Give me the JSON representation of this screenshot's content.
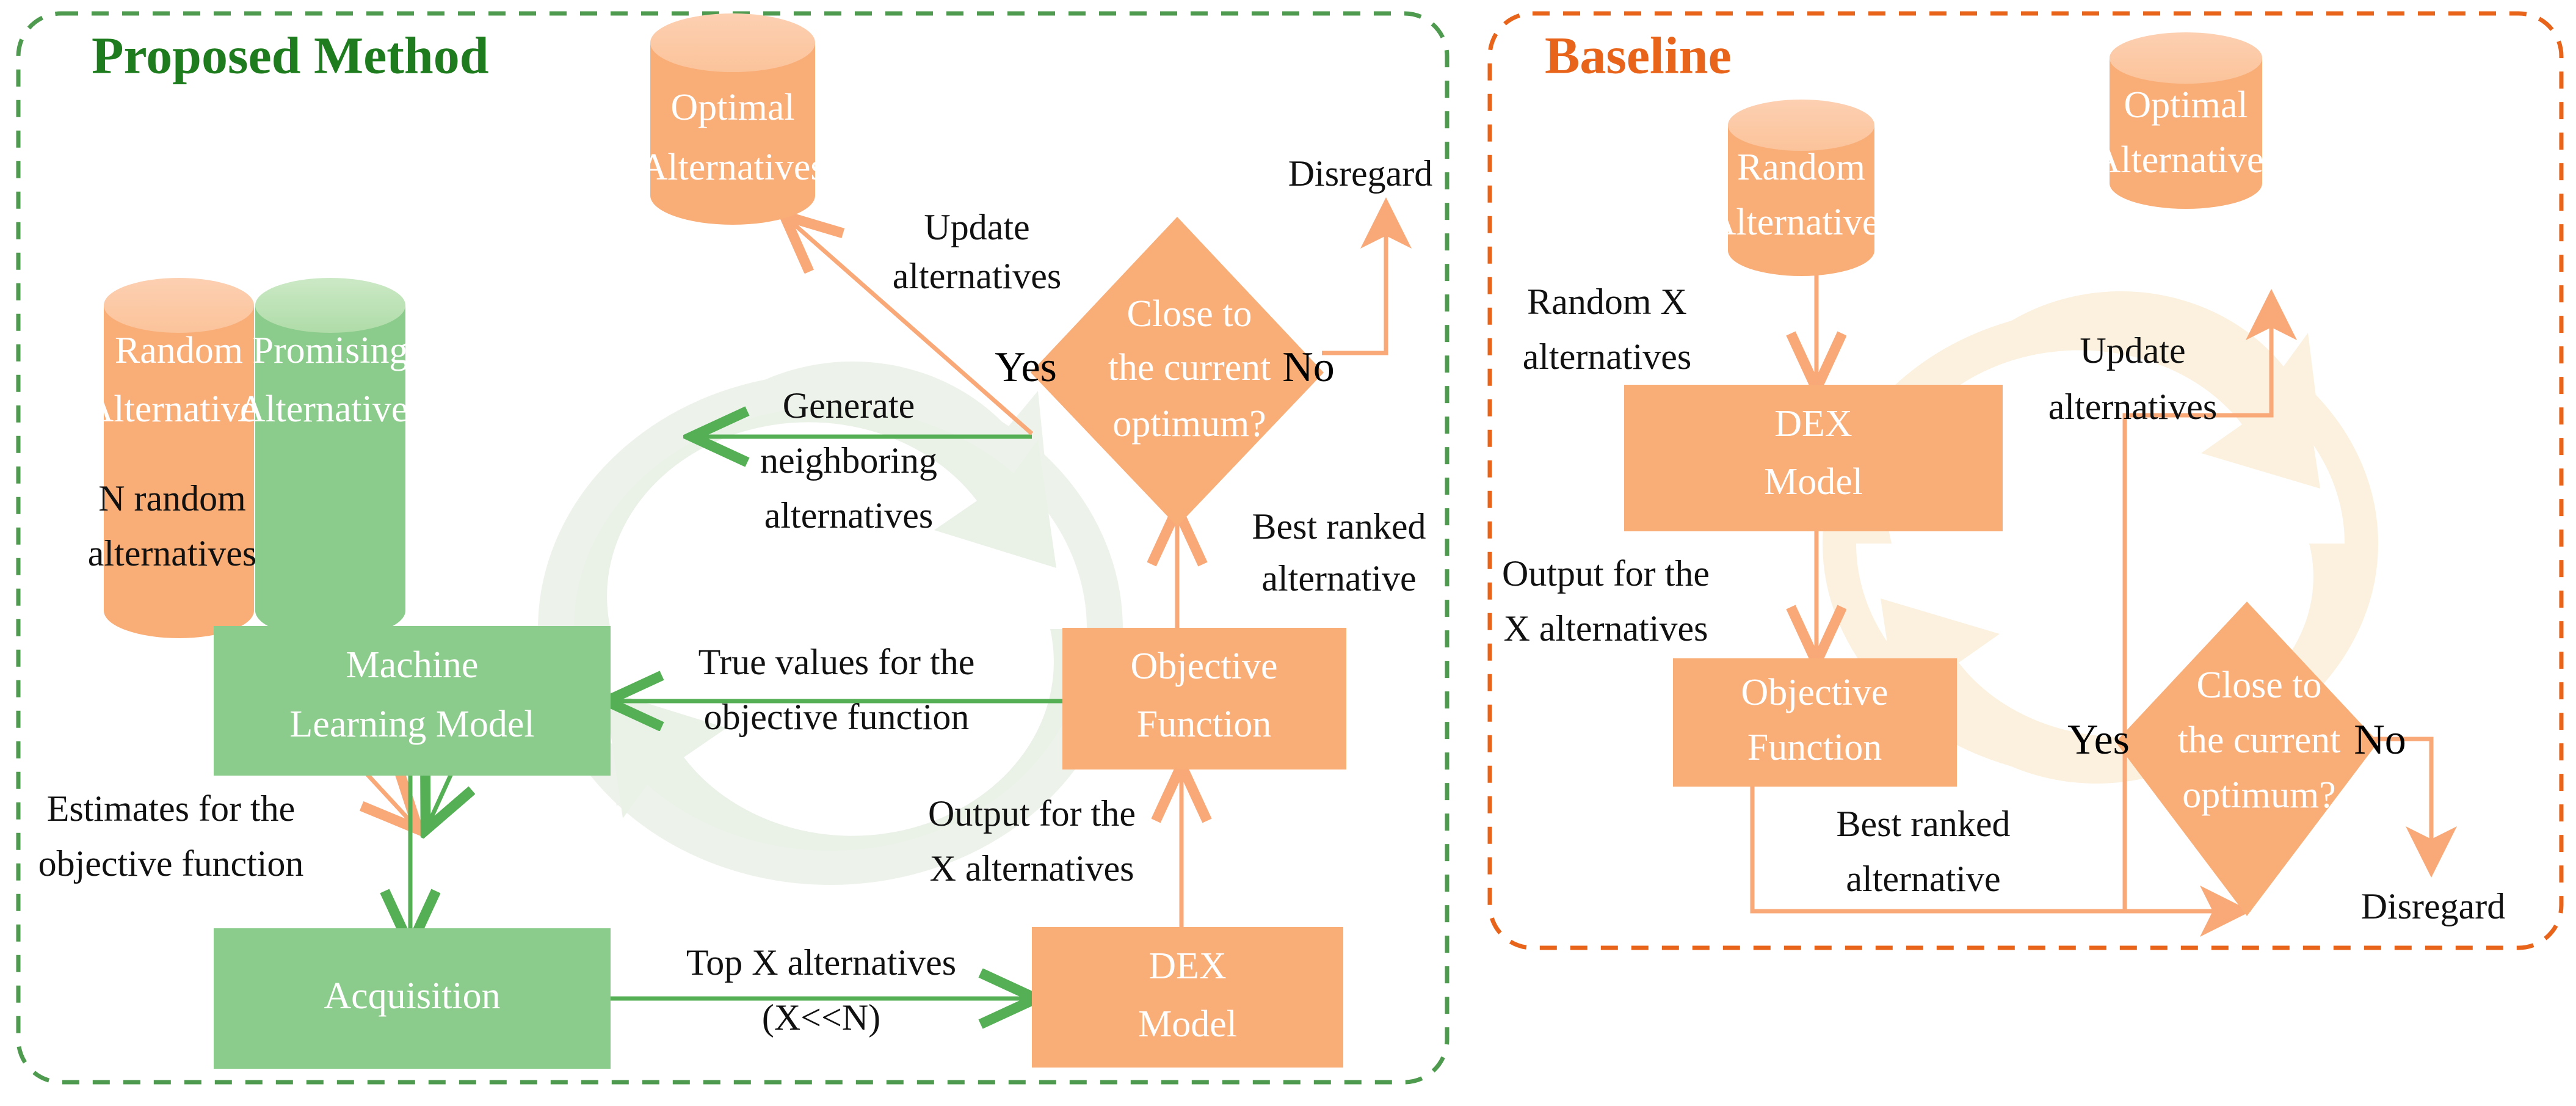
{
  "colors": {
    "orange_fill": "#F9AE78",
    "orange_top": "#FBC69F",
    "green_fill": "#8BCB8B",
    "green_top": "#B6DEB1",
    "green_border": "#4E9A4E",
    "green_title": "#1E7B1E",
    "orange_title": "#E8641A",
    "orange_border": "#E8641A",
    "orange_arrow": "#F9A878",
    "green_arrow": "#55B055",
    "label_text": "#111111",
    "node_text": "#FFFFFF",
    "watermark_green": "#EAF2E8",
    "watermark_cream": "#FBF2DF"
  },
  "panels": [
    {
      "id": "proposed",
      "title": "Proposed Method",
      "title_color": "#1E7B1E",
      "border_color": "#4E9A4E"
    },
    {
      "id": "baseline",
      "title": "Baseline",
      "title_color": "#E8641A",
      "border_color": "#E8641A"
    }
  ],
  "proposed": {
    "nodes": [
      {
        "id": "optimal-alternatives",
        "shape": "cylinder",
        "color": "orange",
        "lines": [
          "Optimal",
          "Alternatives"
        ]
      },
      {
        "id": "random-alternatives",
        "shape": "cylinder",
        "color": "orange",
        "lines": [
          "Random",
          "Alternatives"
        ]
      },
      {
        "id": "promising-alternatives",
        "shape": "cylinder",
        "color": "green",
        "lines": [
          "Promising",
          "Alternatives"
        ]
      },
      {
        "id": "decision-close-to-optimum",
        "shape": "diamond",
        "color": "orange",
        "lines": [
          "Close to",
          "the current",
          "optimum?"
        ]
      },
      {
        "id": "machine-learning-model",
        "shape": "rect",
        "color": "green",
        "lines": [
          "Machine",
          "Learning Model"
        ]
      },
      {
        "id": "objective-function",
        "shape": "rect",
        "color": "orange",
        "lines": [
          "Objective",
          "Function"
        ]
      },
      {
        "id": "acquisition",
        "shape": "rect",
        "color": "green",
        "lines": [
          "Acquisition"
        ]
      },
      {
        "id": "dex-model",
        "shape": "rect",
        "color": "orange",
        "lines": [
          "DEX",
          "Model"
        ]
      }
    ],
    "edge_labels": [
      {
        "id": "update-alternatives",
        "lines": [
          "Update",
          "alternatives"
        ]
      },
      {
        "id": "disregard",
        "lines": [
          "Disregard"
        ]
      },
      {
        "id": "generate-neighboring-alternatives",
        "lines": [
          "Generate",
          "neighboring",
          "alternatives"
        ]
      },
      {
        "id": "n-random-alternatives",
        "lines": [
          "N random",
          "alternatives"
        ]
      },
      {
        "id": "best-ranked-alternative",
        "lines": [
          "Best ranked",
          "alternative"
        ]
      },
      {
        "id": "true-values-objective-function",
        "lines": [
          "True values for the",
          "objective function"
        ]
      },
      {
        "id": "estimates-objective-function",
        "lines": [
          "Estimates for the",
          "objective function"
        ]
      },
      {
        "id": "output-x-alternatives",
        "lines": [
          "Output for the",
          "X alternatives"
        ]
      },
      {
        "id": "top-x-alternatives",
        "lines": [
          "Top X alternatives",
          "(X<<N)"
        ]
      }
    ],
    "decision_branches": [
      {
        "id": "yes-branch",
        "label": "Yes"
      },
      {
        "id": "no-branch",
        "label": "No"
      }
    ]
  },
  "baseline": {
    "nodes": [
      {
        "id": "random-alternatives",
        "shape": "cylinder",
        "color": "orange",
        "lines": [
          "Random",
          "Alternatives"
        ]
      },
      {
        "id": "optimal-alternatives",
        "shape": "cylinder",
        "color": "orange",
        "lines": [
          "Optimal",
          "Alternatives"
        ]
      },
      {
        "id": "dex-model",
        "shape": "rect",
        "color": "orange",
        "lines": [
          "DEX",
          "Model"
        ]
      },
      {
        "id": "objective-function",
        "shape": "rect",
        "color": "orange",
        "lines": [
          "Objective",
          "Function"
        ]
      },
      {
        "id": "decision-close-to-optimum",
        "shape": "diamond",
        "color": "orange",
        "lines": [
          "Close to",
          "the current",
          "optimum?"
        ]
      }
    ],
    "edge_labels": [
      {
        "id": "random-x-alternatives",
        "lines": [
          "Random X",
          "alternatives"
        ]
      },
      {
        "id": "update-alternatives",
        "lines": [
          "Update",
          "alternatives"
        ]
      },
      {
        "id": "output-x-alternatives",
        "lines": [
          "Output for the",
          "X alternatives"
        ]
      },
      {
        "id": "best-ranked-alternative",
        "lines": [
          "Best ranked",
          "alternative"
        ]
      },
      {
        "id": "disregard",
        "lines": [
          "Disregard"
        ]
      }
    ],
    "decision_branches": [
      {
        "id": "yes-branch",
        "label": "Yes"
      },
      {
        "id": "no-branch",
        "label": "No"
      }
    ]
  }
}
